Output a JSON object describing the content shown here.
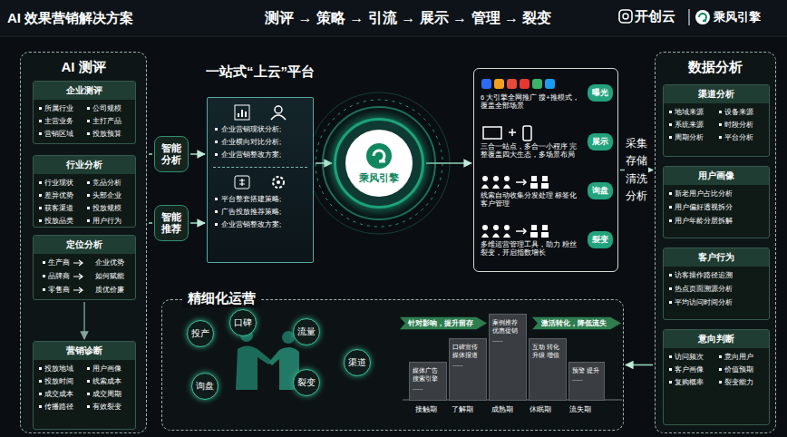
{
  "diagram": {
    "title": "AI 效果营销解决方案",
    "nodes": [
      {
        "text": [
          "AI 测评"
        ]
      },
      {
        "text": [
          "企业测评",
          "所属行业",
          "公司规模",
          "主营业务",
          "主打产品",
          "营销区域",
          "投放预算"
        ],
        "in": 0
      },
      {
        "text": [
          "行业分析",
          "行业现状",
          "竞品分析",
          "差异优势",
          "头部企业",
          "获客渠道",
          "投放规模",
          "投放品类",
          "用户行为"
        ],
        "in": 0
      },
      {
        "text": [
          "定位分析",
          "生产商",
          "企业优势",
          "品牌商",
          "如何赋能",
          "零售商",
          "质优价廉"
        ],
        "in": 0
      },
      {
        "text": [
          "营销诊断",
          "投放地域",
          "用户画像",
          "投放时间",
          "线索成本",
          "成交成本",
          "成交周期",
          "传播路径",
          "有效裂变"
        ],
        "in": 0
      },
      {
        "text": [
          "智能分析"
        ]
      },
      {
        "text": [
          "智能推荐"
        ]
      },
      {
        "text": [
          "一站式“上云”平台",
          "企业营销现状分析;",
          "企业横向对比分析;",
          "企业营销整改方案;",
          "平台整套搭建策略;",
          "广告投放推荐策略;",
          "企业营销整改方案;"
        ]
      },
      {
        "text": [
          "乘风引擎"
        ]
      },
      {
        "text": []
      },
      {
        "text": [
          "曝光",
          "6 大引擎全网推广 搜+推模式，覆盖全部场景"
        ],
        "in": 9
      },
      {
        "text": [
          "展示",
          "三合一站点，多合一小程序 完整覆盖四大生态，多场景布局"
        ],
        "in": 9
      },
      {
        "text": [
          "询盘",
          "线索自动收集分发处理 标签化客户管理"
        ],
        "in": 9
      },
      {
        "text": [
          "裂变",
          "多维运营管理工具，助力 粉丝裂变，开启指数增长"
        ],
        "in": 9
      },
      {
        "text": [
          "数据分析"
        ]
      },
      {
        "text": [
          "渠道分析",
          "地域来源",
          "设备来源",
          "系统来源",
          "时段分析",
          "周期分析",
          "平台分析"
        ],
        "in": 14
      },
      {
        "text": [
          "用户画像",
          "新老用户占比分析",
          "用户偏好透视拆分",
          "用户年龄分层拆解"
        ],
        "in": 14
      },
      {
        "text": [
          "客户行为",
          "访客操作路径追溯",
          "热点页面溯源分析",
          "平均访问时间分析"
        ],
        "in": 14
      },
      {
        "text": [
          "意向判断",
          "访问频次",
          "意向用户",
          "客户画像",
          "价值预期",
          "复购概率",
          "裂变能力"
        ],
        "in": 14
      },
      {
        "text": [
          "精细化运营"
        ]
      },
      {
        "text": [
          "投产"
        ],
        "in": 19
      },
      {
        "text": [
          "口碑"
        ],
        "in": 19
      },
      {
        "text": [
          "流量"
        ],
        "in": 19
      },
      {
        "text": [
          "询盘"
        ],
        "in": 19
      },
      {
        "text": [
          "裂变"
        ],
        "in": 19
      },
      {
        "text": [
          "渠道"
        ],
        "in": 19
      },
      {
        "text": [
          "针对影响，提升留存"
        ],
        "in": 19
      },
      {
        "text": [
          "激活转化，降低流失"
        ],
        "in": 19
      },
      {
        "text": [
          "媒体广告 搜索引擎 ......"
        ],
        "in": 19
      },
      {
        "text": [
          "口碑宣传 媒体报道 ......"
        ],
        "in": 19
      },
      {
        "text": [
          "案例推荐 优惠促销 ......"
        ],
        "in": 19
      },
      {
        "text": [
          "互动 转化 升级 增值"
        ],
        "in": 19
      },
      {
        "text": [
          "预警 提升 ......"
        ],
        "in": 19
      }
    ],
    "edges": [
      {
        "from": 3,
        "to": 4,
        "arrow": "to"
      },
      {
        "from": 0,
        "to": 5,
        "arrow": "none"
      },
      {
        "from": 0,
        "to": 6,
        "arrow": "none"
      },
      {
        "from": 5,
        "to": 7,
        "arrow": "to"
      },
      {
        "from": 6,
        "to": 7,
        "arrow": "to"
      },
      {
        "from": 7,
        "to": 8,
        "arrow": "to"
      },
      {
        "from": 8,
        "to": 9,
        "arrow": "to"
      },
      {
        "from": 9,
        "to": 14,
        "label": "采集 存储 清洗 分析",
        "arrow": "to"
      },
      {
        "from": 14,
        "to": 19,
        "arrow": "to"
      }
    ],
    "labels": [
      "测评 → 策略 → 引流 → 展示 → 管理 → 裂变",
      "开创云",
      "乘风引擎",
      "接触期",
      "了解期",
      "成熟期",
      "休眠期",
      "流失期"
    ]
  }
}
